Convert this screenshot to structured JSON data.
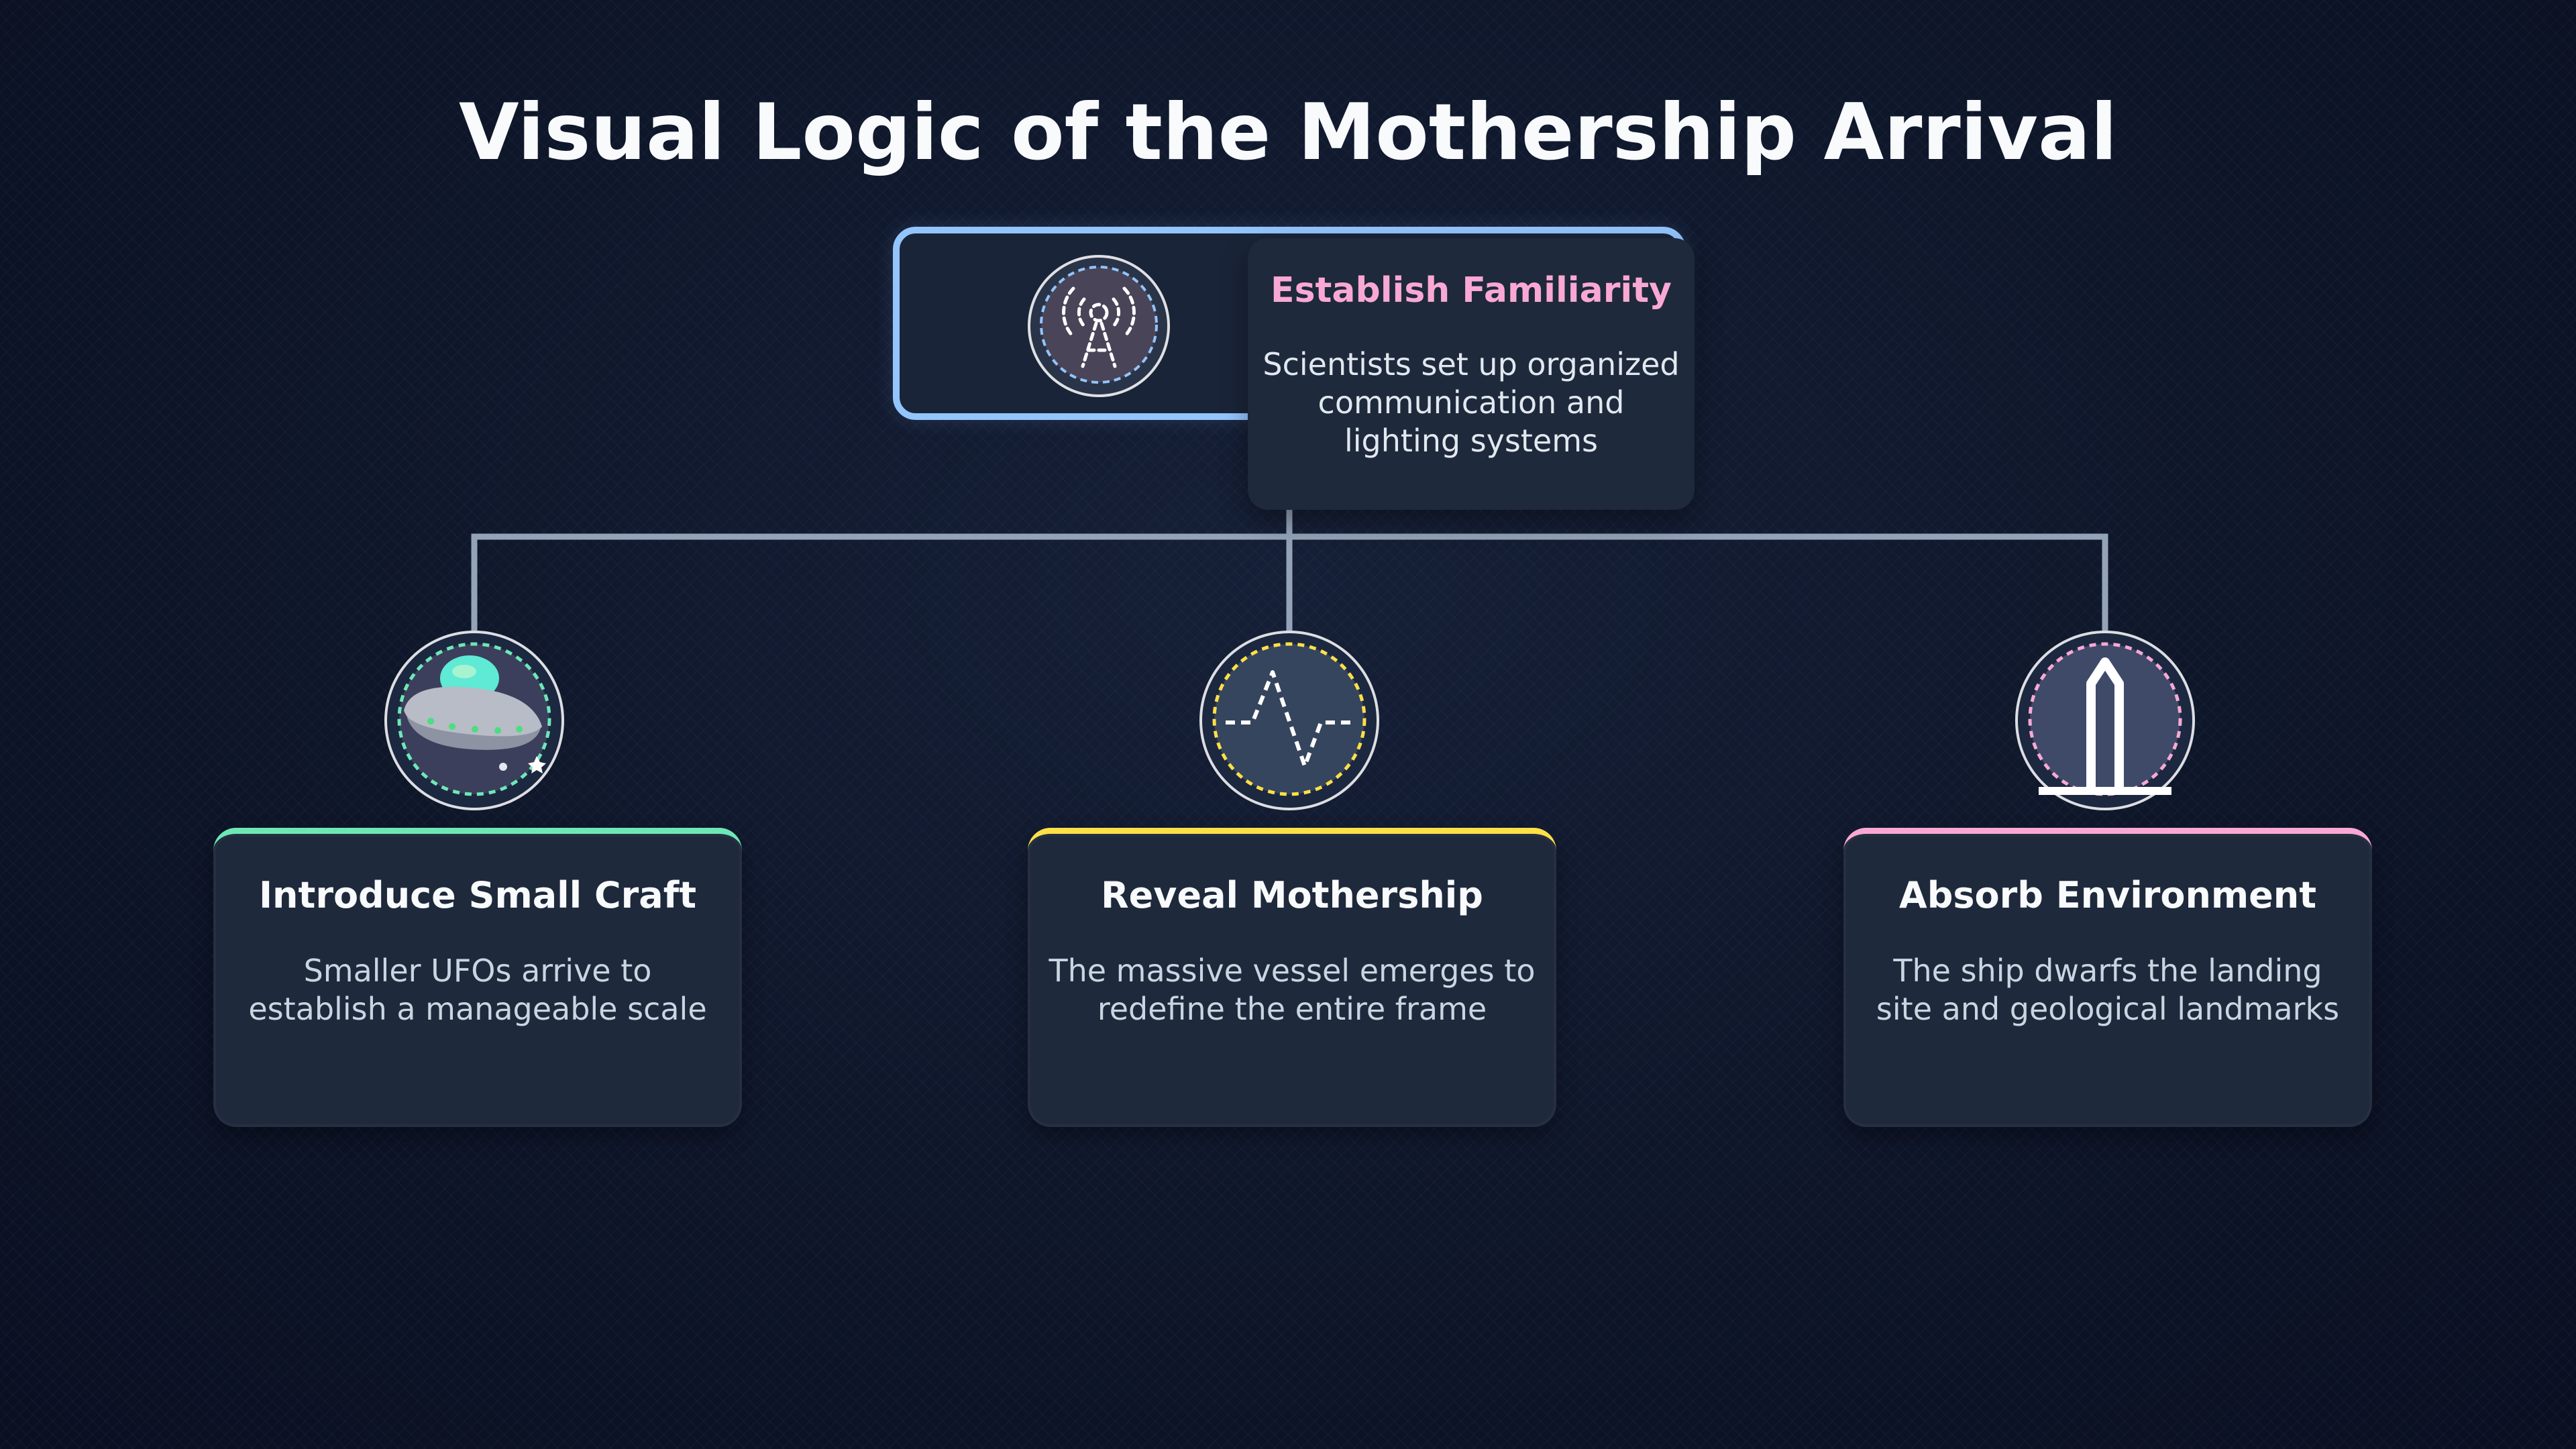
{
  "title": "Visual Logic of the Mothership Arrival",
  "colors": {
    "background": "#0f172a",
    "connector": "#94a3b8",
    "root_border": "#93c5fd",
    "root_heading": "#f9a8d4",
    "card_bg": "#1e293b"
  },
  "root": {
    "heading": "Establish Familiarity",
    "description": "Scientists set up organized communication and lighting systems",
    "icon": "radio-tower-icon"
  },
  "children": [
    {
      "heading": "Introduce Small Craft",
      "description": "Smaller UFOs arrive to establish a manageable scale",
      "icon": "ufo-icon",
      "accent": "#6ee7b7"
    },
    {
      "heading": "Reveal Mothership",
      "description": "The massive vessel emerges to redefine the entire frame",
      "icon": "signal-wave-icon",
      "accent": "#fde047"
    },
    {
      "heading": "Absorb Environment",
      "description": "The ship dwarfs the landing site and geological landmarks",
      "icon": "monolith-icon",
      "accent": "#f9a8d4"
    }
  ]
}
